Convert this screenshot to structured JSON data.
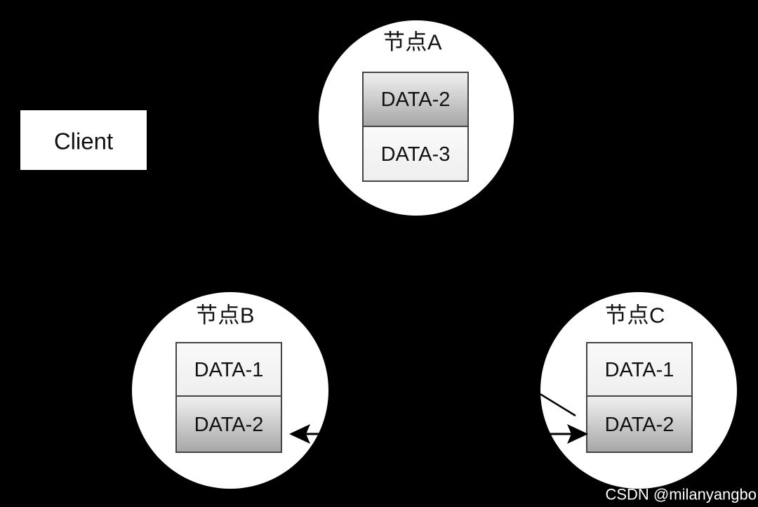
{
  "client": {
    "label": "Client"
  },
  "nodes": [
    {
      "id": "node-a",
      "title": "节点A",
      "slots": [
        {
          "label": "DATA-2",
          "style": "gradient"
        },
        {
          "label": "DATA-3",
          "style": "plain"
        }
      ]
    },
    {
      "id": "node-b",
      "title": "节点B",
      "slots": [
        {
          "label": "DATA-1",
          "style": "plain"
        },
        {
          "label": "DATA-2",
          "style": "gradient"
        }
      ]
    },
    {
      "id": "node-c",
      "title": "节点C",
      "slots": [
        {
          "label": "DATA-1",
          "style": "plain"
        },
        {
          "label": "DATA-2",
          "style": "gradient"
        }
      ]
    }
  ],
  "edges": [
    {
      "description": "diagonal line from Client area entering 节点C toward DATA-2"
    },
    {
      "description": "horizontal double-headed arrow between 节点B DATA-2 and 节点C DATA-2"
    }
  ],
  "watermark": {
    "text": "CSDN @milanyangbo"
  },
  "colors": {
    "background": "#000000",
    "node_fill": "#ffffff",
    "box_border": "#444444",
    "box_gradient_top": "#eaeaea",
    "box_gradient_bottom": "#a6a6a6",
    "box_plain_top": "#fafafa",
    "box_plain_bottom": "#eeeeee",
    "line": "#000000",
    "text": "#111111",
    "watermark": "#ffffff"
  }
}
